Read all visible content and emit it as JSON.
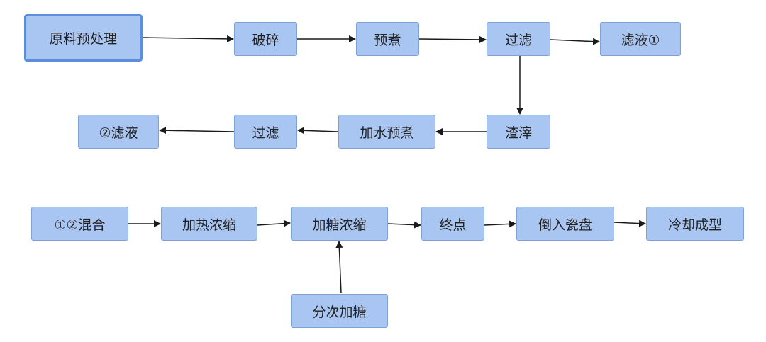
{
  "nodes": {
    "pretreat": "原料预处理",
    "crush": "破碎",
    "precook1": "预煮",
    "filter1": "过滤",
    "filtrate1": "滤液①",
    "residue": "渣滓",
    "water_precook": "加水预煮",
    "filter2": "过滤",
    "filtrate2": "②滤液",
    "mix": "①②混合",
    "heat_concentrate": "加热浓缩",
    "sugar_concentrate": "加糖浓缩",
    "endpoint": "终点",
    "pour": "倒入瓷盘",
    "cool": "冷却成型",
    "add_sugar": "分次加糖"
  },
  "colors": {
    "node_fill": "#a9c5f1",
    "node_border": "#7fa1d6",
    "start_border": "#5b8fdc",
    "arrow": "#1a1a1a"
  }
}
